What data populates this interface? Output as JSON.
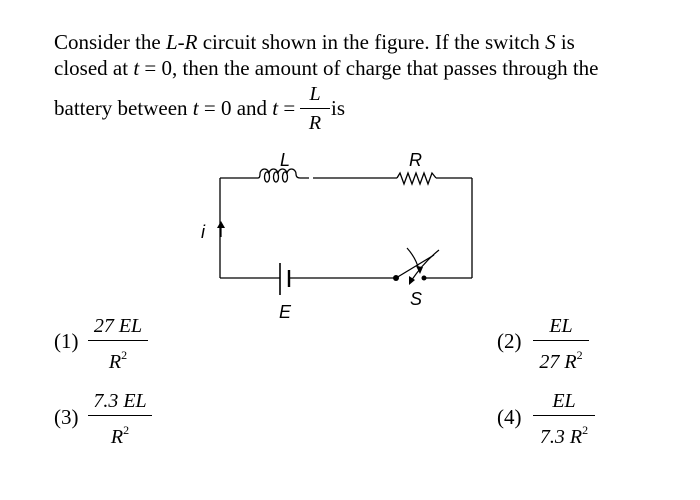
{
  "question": {
    "line1": {
      "a": "Consider the ",
      "lr": "L-R",
      "b": " circuit shown in the figure. If the switch ",
      "s": "S",
      "c": " is"
    },
    "line2": {
      "a": "closed at ",
      "t": "t",
      "b": " = 0, then the amount of charge that passes through the"
    },
    "line3": {
      "a": "battery between ",
      "t1": "t",
      "b": " = 0 and ",
      "t2": "t",
      "c": " =",
      "frac_num": "L",
      "frac_den": "R",
      "d": "is"
    }
  },
  "figure": {
    "inductor_label": "L",
    "resistor_label": "R",
    "current_label": "i",
    "battery_label": "E",
    "switch_label": "S"
  },
  "options": [
    {
      "label": "(1)",
      "num": "27 EL",
      "den_base": "R",
      "den_exp": "2"
    },
    {
      "label": "(2)",
      "num": "EL",
      "den_base": "27 R",
      "den_exp": "2"
    },
    {
      "label": "(3)",
      "num": "7.3 EL",
      "den_base": "R",
      "den_exp": "2"
    },
    {
      "label": "(4)",
      "num": "EL",
      "den_base": "7.3 R",
      "den_exp": "2"
    }
  ]
}
